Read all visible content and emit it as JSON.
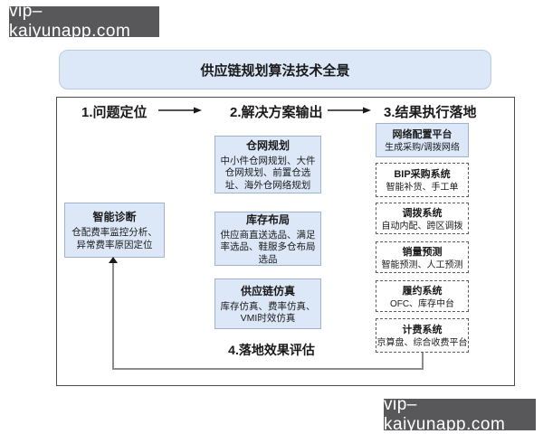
{
  "watermark": {
    "text": "vip–kaiyunapp.com"
  },
  "title": "供应链规划算法技术全景",
  "flow": {
    "step1_header": "1.问题定位",
    "step2_header": "2.解决方案输出",
    "step3_header": "3.结果执行落地",
    "step4_label": "4.落地效果评估"
  },
  "diagnosis_box": {
    "title": "智能诊断",
    "body": "仓配费率监控分析、异常费率原因定位"
  },
  "solution_boxes": [
    {
      "title": "仓网规划",
      "body": "中小件仓网规划、大件仓网规划、前置仓选址、海外仓网络规划"
    },
    {
      "title": "库存布局",
      "body": "供应商直送选品、满足率选品、鞋服多仓布局选品"
    },
    {
      "title": "供应链仿真",
      "body": "库存仿真、费率仿真、VMI时效仿真"
    }
  ],
  "execution_boxes": [
    {
      "title": "网络配置平台",
      "body": "生成采购/调拨网络",
      "style": "solid"
    },
    {
      "title": "BIP采购系统",
      "body": "智能补货、手工单",
      "style": "dashed"
    },
    {
      "title": "调拨系统",
      "body": "自动内配、跨区调拨",
      "style": "dashed"
    },
    {
      "title": "销量预测",
      "body": "智能预测、人工预测",
      "style": "dashed"
    },
    {
      "title": "履约系统",
      "body": "OFC、库存中台",
      "style": "dashed"
    },
    {
      "title": "计费系统",
      "body": "京算盘、综合收费平台",
      "style": "dashed"
    }
  ],
  "colors": {
    "box_fill": "#dce8f8",
    "box_border": "#9eb3cf",
    "frame_border": "#4d4d4d",
    "dashed_border": "#5a5a5a",
    "watermark_bg": "#58585a",
    "loop_line": "#8c8c8c",
    "text": "#1a1a1a"
  }
}
